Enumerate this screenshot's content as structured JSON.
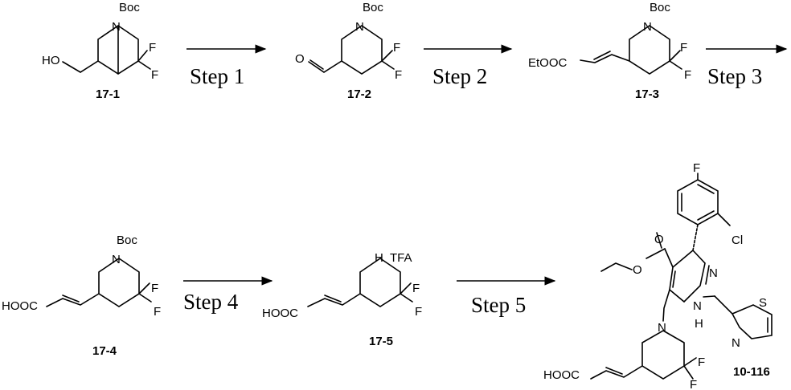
{
  "scheme": {
    "steps": [
      "Step 1",
      "Step 2",
      "Step 3",
      "Step 4",
      "Step 5"
    ],
    "compounds": [
      {
        "id": "17-1",
        "atoms": {
          "protecting_group": "Boc",
          "ring_n": "N",
          "f1": "F",
          "f2": "F",
          "substituent": "HO"
        }
      },
      {
        "id": "17-2",
        "atoms": {
          "protecting_group": "Boc",
          "ring_n": "N",
          "f1": "F",
          "f2": "F",
          "substituent": "O"
        }
      },
      {
        "id": "17-3",
        "atoms": {
          "protecting_group": "Boc",
          "ring_n": "N",
          "f1": "F",
          "f2": "F",
          "substituent": "EtOOC"
        }
      },
      {
        "id": "17-4",
        "atoms": {
          "protecting_group": "Boc",
          "ring_n": "N",
          "f1": "F",
          "f2": "F",
          "substituent": "HOOC"
        }
      },
      {
        "id": "17-5",
        "atoms": {
          "ring_n": "H",
          "salt": "TFA",
          "f1": "F",
          "f2": "F",
          "substituent": "HOOC"
        }
      },
      {
        "id": "10-116",
        "atoms": {
          "f_aryl": "F",
          "cl": "Cl",
          "o1": "O",
          "o2": "O",
          "n1": "N",
          "n2": "N",
          "nh": "H",
          "thiazole_s": "S",
          "thiazole_n": "N",
          "pip_n": "N",
          "f1": "F",
          "f2": "F",
          "substituent": "HOOC"
        }
      }
    ]
  }
}
